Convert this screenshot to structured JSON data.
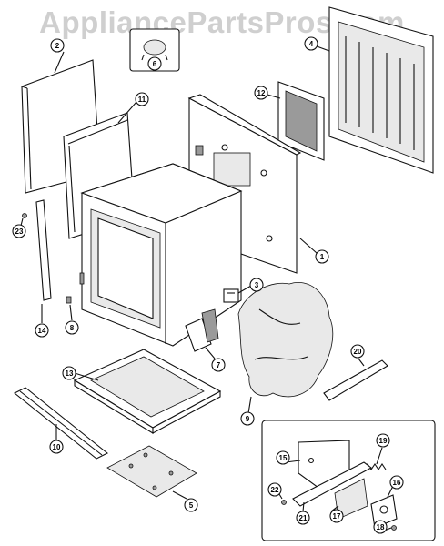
{
  "watermark": "AppliancePartsPros.com",
  "parts": [
    {
      "number": "1"
    },
    {
      "number": "2"
    },
    {
      "number": "3"
    },
    {
      "number": "4"
    },
    {
      "number": "5"
    },
    {
      "number": "6"
    },
    {
      "number": "7"
    },
    {
      "number": "8"
    },
    {
      "number": "9"
    },
    {
      "number": "10"
    },
    {
      "number": "11"
    },
    {
      "number": "12"
    },
    {
      "number": "13"
    },
    {
      "number": "14"
    },
    {
      "number": "15"
    },
    {
      "number": "16"
    },
    {
      "number": "17"
    },
    {
      "number": "18"
    },
    {
      "number": "19"
    },
    {
      "number": "20"
    },
    {
      "number": "21"
    },
    {
      "number": "22"
    },
    {
      "number": "23"
    }
  ]
}
